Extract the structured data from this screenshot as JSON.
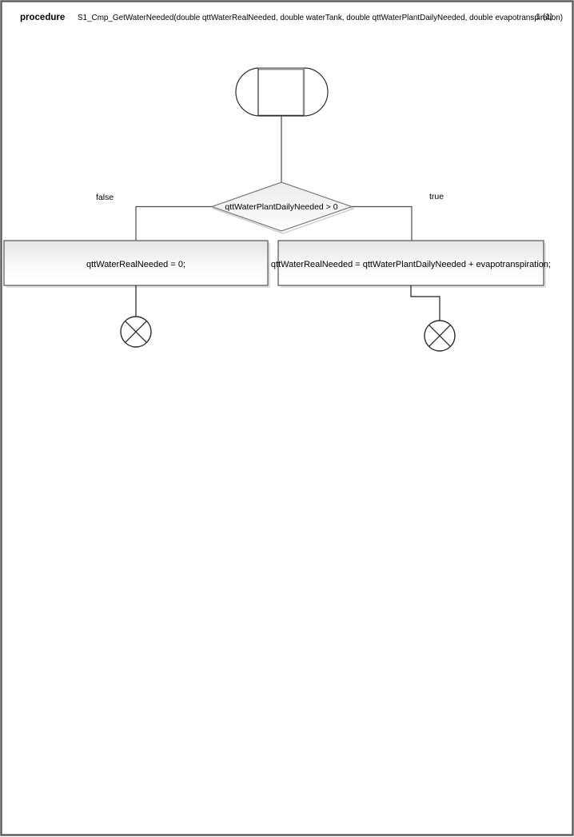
{
  "header": {
    "kind_label": "procedure",
    "signature": "S1_Cmp_GetWaterNeeded(double qttWaterRealNeeded, double waterTank, double qttWaterPlantDailyNeeded, double evapotranspiration)",
    "page_indicator": "1 (1)"
  },
  "flowchart": {
    "start_node": {
      "shape": "terminator-stadium"
    },
    "decision": {
      "condition": "qttWaterPlantDailyNeeded > 0",
      "false_label": "false",
      "true_label": "true"
    },
    "false_branch": {
      "statement": "qttWaterRealNeeded = 0;"
    },
    "true_branch": {
      "statement": "qttWaterRealNeeded = qttWaterPlantDailyNeeded + evapotranspiration;"
    },
    "end_nodes": {
      "left": "flow-final-icon",
      "right": "flow-final-icon"
    }
  },
  "colors": {
    "page_border": "#5a5a5a",
    "connector": "#4d4d4d",
    "shape_border": "#666666",
    "shape_fill_top": "#e6e6e6",
    "shape_fill_bottom": "#ffffff",
    "shadow": "#c8c8c8",
    "text": "#000000"
  }
}
